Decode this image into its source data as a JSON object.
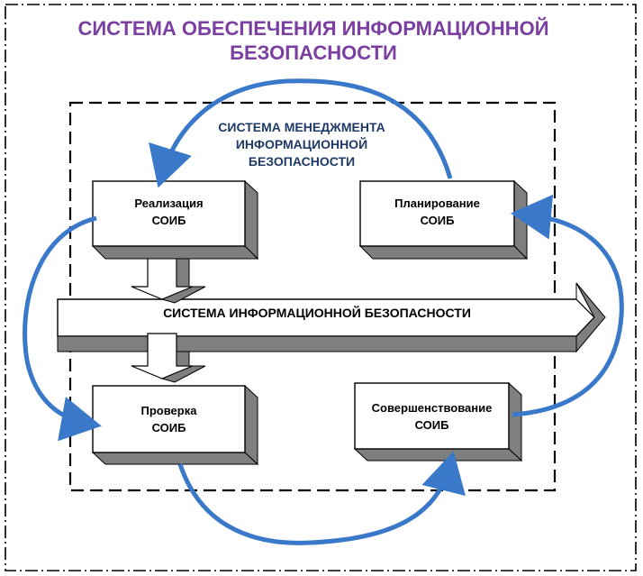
{
  "title": {
    "line1": "СИСТЕМА ОБЕСПЕЧЕНИЯ ИНФОРМАЦИОННОЙ",
    "line2": "БЕЗОПАСНОСТИ"
  },
  "management_system": {
    "line1": "СИСТЕМА МЕНЕДЖМЕНТА",
    "line2": "ИНФОРМАЦИОННОЙ",
    "line3": "БЕЗОПАСНОСТИ"
  },
  "band_label": "СИСТЕМА ИНФОРМАЦИОННОЙ БЕЗОПАСНОСТИ",
  "boxes": {
    "implementation": {
      "line1": "Реализация",
      "line2": "СОИБ"
    },
    "planning": {
      "line1": "Планирование",
      "line2": "СОИБ"
    },
    "check": {
      "line1": "Проверка",
      "line2": "СОИБ"
    },
    "improvement": {
      "line1": "Совершенствование",
      "line2": "СОИБ"
    }
  },
  "colors": {
    "title": "#7a3fa0",
    "cycle_arrow": "#3a78c9",
    "box_shadow": "#7f7f7f",
    "sms_label": "#1f3a66"
  }
}
